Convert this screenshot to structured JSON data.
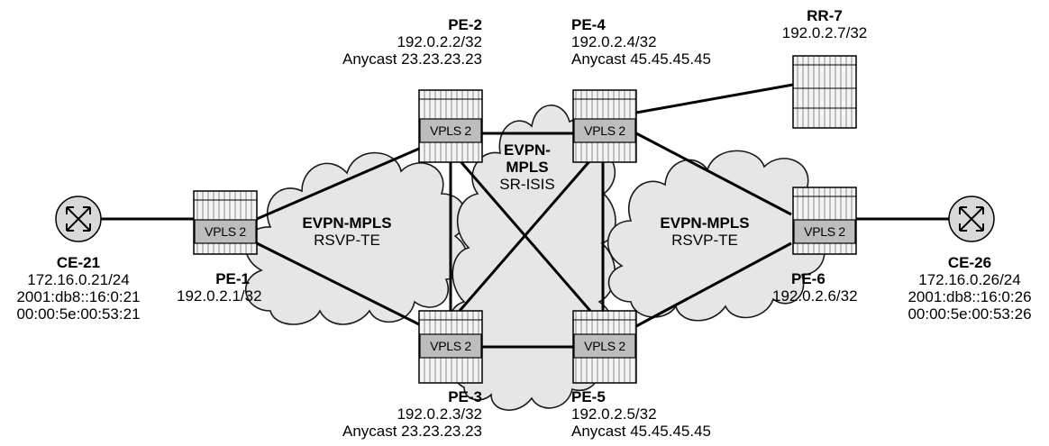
{
  "clouds": {
    "left": {
      "title": "EVPN-MPLS",
      "subtitle": "RSVP-TE"
    },
    "middle": {
      "title_line1": "EVPN-",
      "title_line2": "MPLS",
      "subtitle": "SR-ISIS"
    },
    "right": {
      "title": "EVPN-MPLS",
      "subtitle": "RSVP-TE"
    }
  },
  "nodes": {
    "pe2": {
      "name": "PE-2",
      "ip": "192.0.2.2/32",
      "anycast": "Anycast 23.23.23.23",
      "service": "VPLS 2"
    },
    "pe4": {
      "name": "PE-4",
      "ip": "192.0.2.4/32",
      "anycast": "Anycast 45.45.45.45",
      "service": "VPLS 2"
    },
    "rr7": {
      "name": "RR-7",
      "ip": "192.0.2.7/32"
    },
    "pe1": {
      "name": "PE-1",
      "ip": "192.0.2.1/32",
      "service": "VPLS 2"
    },
    "pe6": {
      "name": "PE-6",
      "ip": "192.0.2.6/32",
      "service": "VPLS 2"
    },
    "pe3": {
      "name": "PE-3",
      "ip": "192.0.2.3/32",
      "anycast": "Anycast 23.23.23.23",
      "service": "VPLS 2"
    },
    "pe5": {
      "name": "PE-5",
      "ip": "192.0.2.5/32",
      "anycast": "Anycast 45.45.45.45",
      "service": "VPLS 2"
    },
    "ce21": {
      "name": "CE-21",
      "ipv4": "172.16.0.21/24",
      "ipv6": "2001:db8::16:0:21",
      "mac": "00:00:5e:00:53:21"
    },
    "ce26": {
      "name": "CE-26",
      "ipv4": "172.16.0.26/24",
      "ipv6": "2001:db8::16:0:26",
      "mac": "00:00:5e:00:53:26"
    }
  },
  "colors": {
    "cloud_fill": "#e6e6e6",
    "cloud_stroke": "#1a1a1a",
    "router_fill": "#f0f0f0",
    "vpls_fill": "#bdbdbd",
    "link": "#000000"
  }
}
